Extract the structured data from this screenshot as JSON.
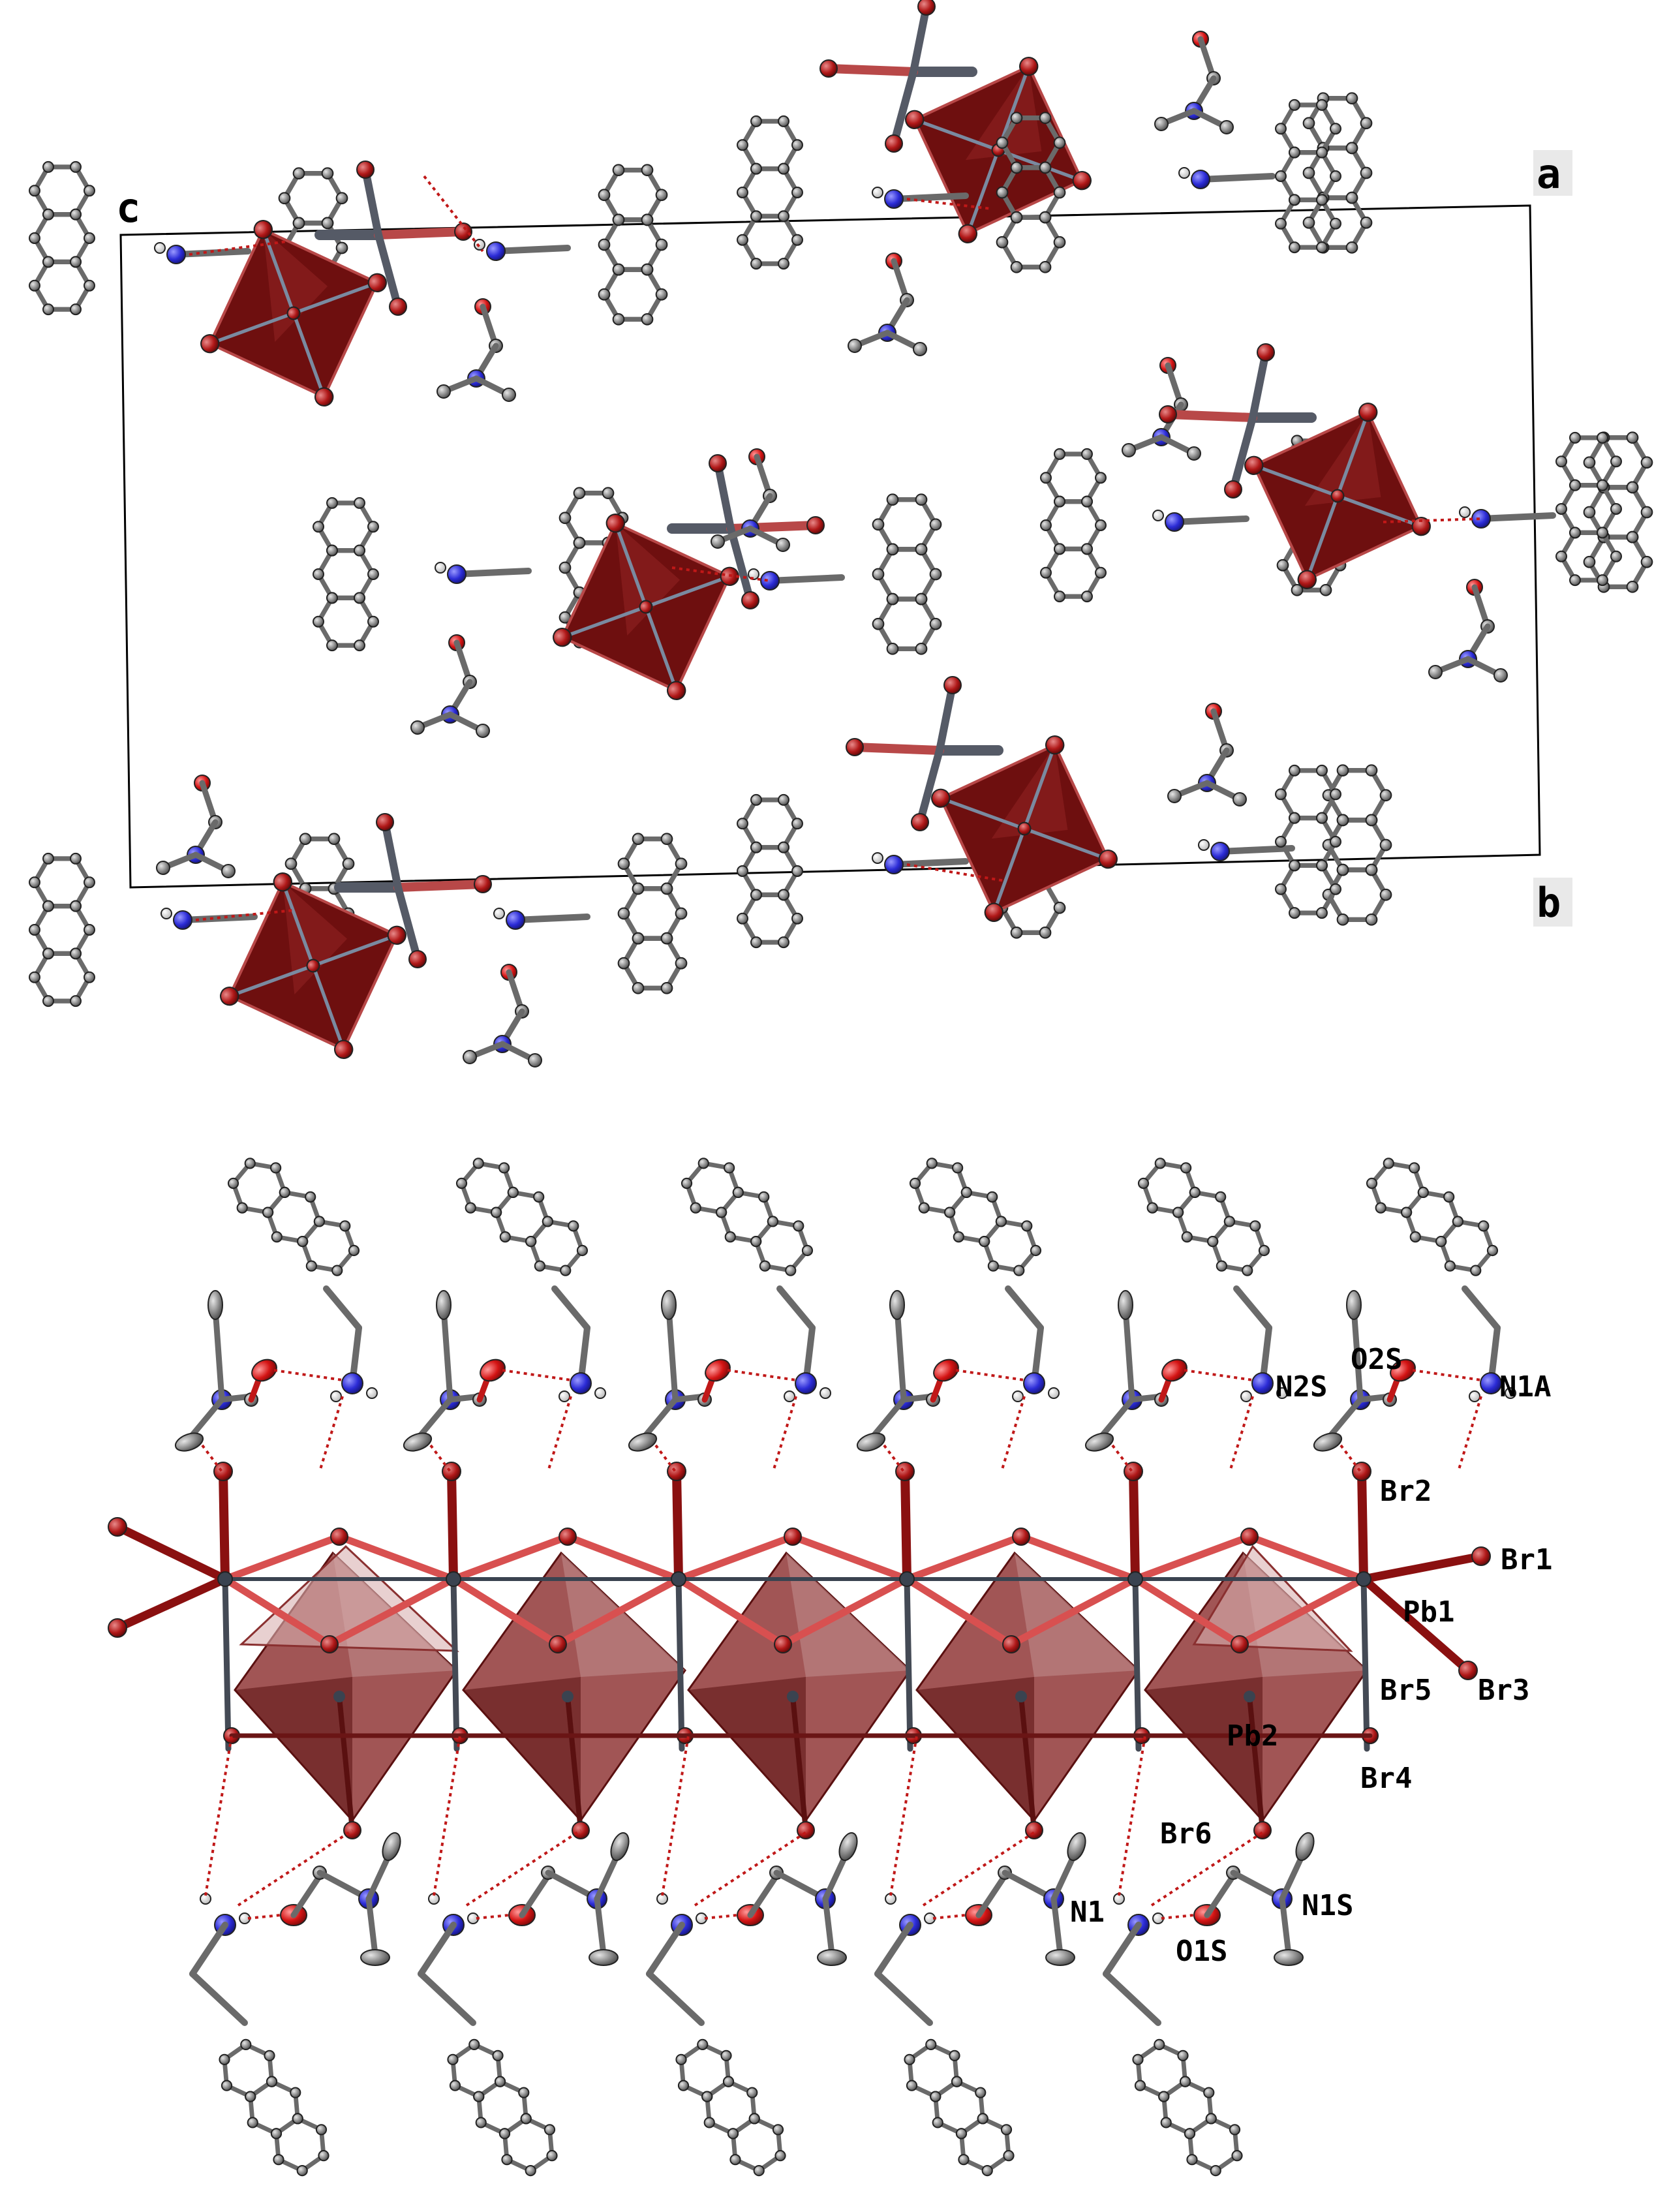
{
  "panels": {
    "packing": {
      "axis_labels": {
        "c": "c",
        "a": "a",
        "b": "b"
      }
    },
    "chain": {
      "atom_labels": {
        "N2S": "N2S",
        "O2S": "O2S",
        "N1A": "N1A",
        "Br2": "Br2",
        "Br1": "Br1",
        "Pb1": "Pb1",
        "Br5": "Br5",
        "Br3": "Br3",
        "Pb2": "Pb2",
        "Br4": "Br4",
        "Br6": "Br6",
        "N1": "N1",
        "O1S": "O1S",
        "N1S": "N1S"
      }
    }
  },
  "colors": {
    "carbon": "#8a8a8a",
    "nitrogen": "#2b2bd6",
    "oxygen": "#d41414",
    "bromine": "#b01818",
    "lead": "#3a4350",
    "hydrogen": "#ececec",
    "octahedron_dark": "#6e0f0f",
    "octahedron_light": "#9b4a4a",
    "hbond": "#c01818",
    "cell_edge": "#000000"
  }
}
